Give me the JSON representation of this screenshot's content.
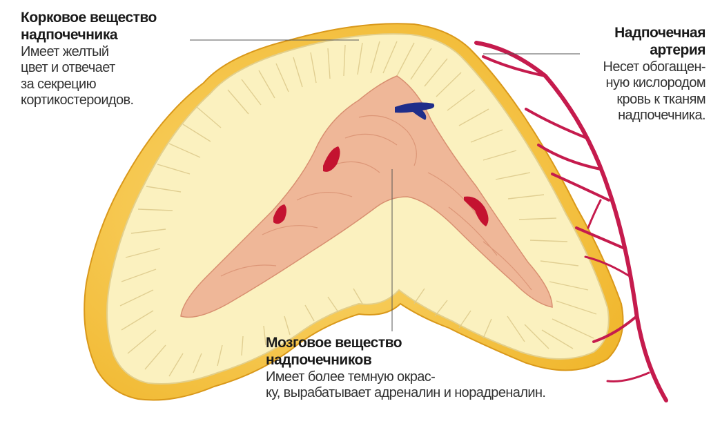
{
  "colors": {
    "outer_fat": "#f0b62c",
    "outer_fat_light": "#fbd770",
    "cortex": "#fbf1bf",
    "cortex_stripe": "#dcc98a",
    "medulla": "#efb798",
    "medulla_line": "#d88f70",
    "vessel_red": "#c41230",
    "vessel_blue": "#1f2d8a",
    "artery": "#c51b4d"
  },
  "labels": {
    "cortex": {
      "title_lines": [
        "Корковое вещество",
        "надпочечника"
      ],
      "desc_lines": [
        "Имеет желтый",
        "цвет и  отвечает",
        "за  секрецию",
        "кортикостероидов."
      ]
    },
    "artery": {
      "title_lines": [
        "Надпочечная",
        "артерия"
      ],
      "desc_lines": [
        "Несет обогащен-",
        "ную кислородом",
        "кровь к  тканям",
        "надпочечника."
      ]
    },
    "medulla": {
      "title_lines": [
        "Мозговое вещество",
        "надпочечников"
      ],
      "desc_lines": [
        "Имеет более темную окрас-",
        "ку, вырабатывает адреналин и  норадреналин."
      ]
    }
  }
}
